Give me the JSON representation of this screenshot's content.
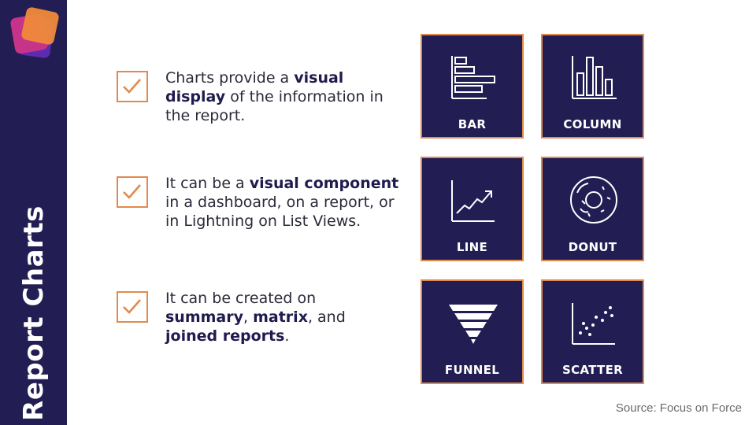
{
  "sidebar": {
    "title": "Report Charts",
    "colors": {
      "background": "#221d52"
    }
  },
  "logo": {
    "icon": "stacked-cards-logo-icon",
    "colors": [
      "#f08a3a",
      "#c8338a",
      "#5b2bb0"
    ]
  },
  "bullets": [
    {
      "icon": "checkbox-check-icon",
      "segments": [
        {
          "text": "Charts provide a ",
          "bold": false
        },
        {
          "text": "visual",
          "bold": true
        },
        {
          "text": " ",
          "bold": false
        },
        {
          "text": "display",
          "bold": true
        },
        {
          "text": " of the information in the report.",
          "bold": false
        }
      ]
    },
    {
      "icon": "checkbox-check-icon",
      "segments": [
        {
          "text": "It can be a ",
          "bold": false
        },
        {
          "text": "visual component",
          "bold": true
        },
        {
          "text": " in a dashboard, on a report, or in Lightning on List Views.",
          "bold": false
        }
      ]
    },
    {
      "icon": "checkbox-check-icon",
      "segments": [
        {
          "text": "It can be created on ",
          "bold": false
        },
        {
          "text": "summary",
          "bold": true
        },
        {
          "text": ", ",
          "bold": false
        },
        {
          "text": "matrix",
          "bold": true
        },
        {
          "text": ", and ",
          "bold": false
        },
        {
          "text": "joined",
          "bold": true
        },
        {
          "text": " reports",
          "bold": true
        },
        {
          "text": ".",
          "bold": false
        }
      ]
    }
  ],
  "tiles": [
    {
      "label": "BAR",
      "icon": "bar-chart-icon"
    },
    {
      "label": "COLUMN",
      "icon": "column-chart-icon"
    },
    {
      "label": "LINE",
      "icon": "line-chart-icon"
    },
    {
      "label": "DONUT",
      "icon": "donut-chart-icon"
    },
    {
      "label": "FUNNEL",
      "icon": "funnel-chart-icon"
    },
    {
      "label": "SCATTER",
      "icon": "scatter-chart-icon"
    }
  ],
  "source": "Source: Focus on Force",
  "colors": {
    "accent": "#e08a4e",
    "tile_bg": "#221d52",
    "text": "#2a2a3a"
  }
}
